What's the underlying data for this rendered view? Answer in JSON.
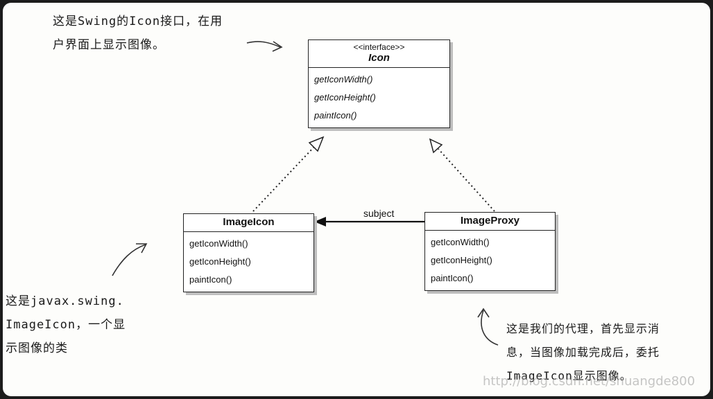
{
  "classes": {
    "icon": {
      "stereotype": "<<interface>>",
      "name": "Icon",
      "methods": [
        "getIconWidth()",
        "getIconHeight()",
        "paintIcon()"
      ]
    },
    "imageicon": {
      "name": "ImageIcon",
      "methods": [
        "getIconWidth()",
        "getIconHeight()",
        "paintIcon()"
      ]
    },
    "imageproxy": {
      "name": "ImageProxy",
      "methods": [
        "getIconWidth()",
        "getIconHeight()",
        "paintIcon()"
      ]
    }
  },
  "association_label": "subject",
  "notes": {
    "icon_note": [
      "这是Swing的Icon接口，在用",
      "户界面上显示图像。"
    ],
    "imageicon_note": [
      "这是javax.swing.",
      "ImageIcon，一个显",
      "示图像的类"
    ],
    "proxy_note": [
      "这是我们的代理，首先显示消",
      "息，当图像加载完成后，委托",
      "ImageIcon显示图像。"
    ]
  },
  "watermark": "http://blog.csdn.net/shuangde800"
}
